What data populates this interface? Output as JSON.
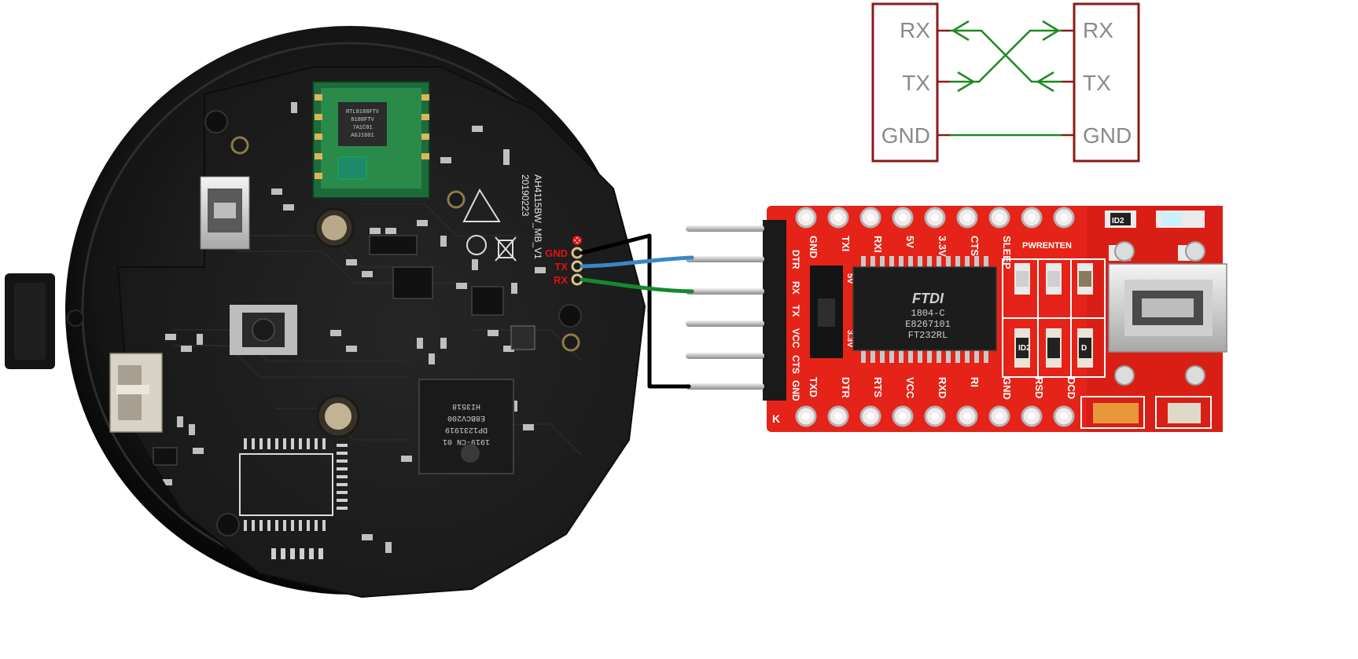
{
  "schematic": {
    "left_labels": [
      "RX",
      "TX",
      "GND"
    ],
    "right_labels": [
      "RX",
      "TX",
      "GND"
    ],
    "box_color": "#8b1a1a",
    "wire_color": "#1e8a1e"
  },
  "device_board": {
    "board_id": "AH4115BW_MB_V1",
    "date_code": "20190223",
    "pin_labels": [
      "GND",
      "TX",
      "RX"
    ],
    "pin_label_color": "#e01010",
    "soc_text": [
      "HI3518",
      "E8BCV200",
      "DP1231919",
      "1919-CN  01"
    ],
    "wifi_module_text": [
      "RTL8188FTV",
      "8188FTV",
      "7A1C01",
      "AGJ1601"
    ]
  },
  "ftdi_board": {
    "chip_brand": "FTDI",
    "chip_text": [
      "1804-C",
      "E8267101",
      "FT232RL"
    ],
    "top_pin_labels": [
      "GND",
      "TXI",
      "RXI",
      "5V",
      "3.3V",
      "CTS",
      "SLEEP",
      "PWRENTEN"
    ],
    "bottom_pin_labels": [
      "TXD",
      "DTR",
      "RTS",
      "VCC",
      "RXD",
      "RI",
      "GND",
      "RSD",
      "DCD"
    ],
    "header_labels": [
      "DTR",
      "RX",
      "TX",
      "VCC",
      "CTS",
      "GND"
    ],
    "voltage_labels": [
      "5V",
      "3.3V"
    ],
    "led_labels": [
      "ID2",
      "ID2",
      "D"
    ],
    "board_color": "#e52318",
    "corner_mark": "K"
  },
  "wires": {
    "gnd_color": "#000000",
    "tx_color": "#3a86c8",
    "rx_color": "#138a2e"
  }
}
